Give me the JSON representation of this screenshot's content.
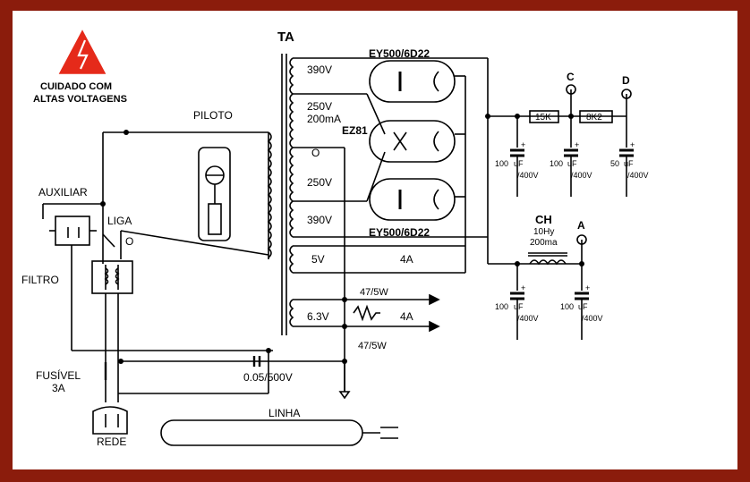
{
  "warning": {
    "line1": "CUIDADO  COM",
    "line2": "ALTAS VOLTAGENS",
    "color": "#e52a1a"
  },
  "labels": {
    "ta": "TA",
    "piloto": "PILOTO",
    "auxiliar": "AUXILIAR",
    "liga": "LIGA",
    "o_switch": "O",
    "filtro": "FILTRO",
    "fusivel": "FUSÍVEL",
    "fusivel_rating": "3A",
    "rede": "REDE",
    "linha": "LINHA",
    "cap_ac": "0.05/500V",
    "tap_390_top": "390V",
    "tap_250_top": "250V",
    "tap_200ma": "200mA",
    "tap_o": "O",
    "tap_250_bot": "250V",
    "tap_390_bot": "390V",
    "sec_5v": "5V",
    "sec_5v_current": "4A",
    "sec_63v": "6.3V",
    "sec_63v_current": "4A",
    "res_top": "47/5W",
    "res_bot": "47/5W",
    "tube_top": "EY500/6D22",
    "tube_mid": "EZ81",
    "tube_bot": "EY500/6D22",
    "r_15k": "15K",
    "r_8k2": "8K2",
    "node_c": "C",
    "node_d": "D",
    "node_a": "A",
    "cap1_val": "100",
    "cap1_unit": "uF",
    "cap1_v": "/400V",
    "cap2_val": "100",
    "cap2_unit": "uF",
    "cap2_v": "/400V",
    "cap3_val": "50",
    "cap3_unit": "uF",
    "cap3_v": "/400V",
    "cap4_val": "100",
    "cap4_unit": "uF",
    "cap4_v": "/400V",
    "cap5_val": "100",
    "cap5_unit": "uF",
    "cap5_v": "/400V",
    "ch": "CH",
    "ch_l": "10Hy",
    "ch_i": "200ma",
    "plus": "+"
  }
}
